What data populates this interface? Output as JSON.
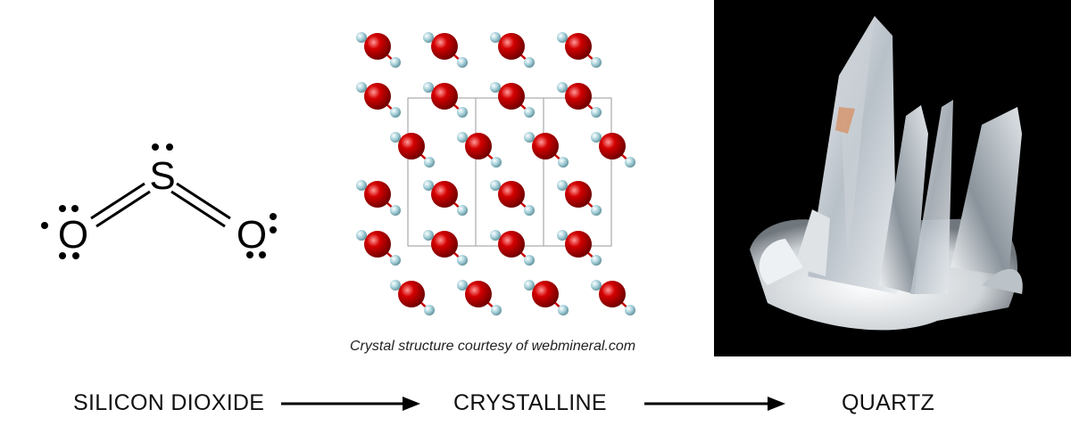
{
  "lewis": {
    "center_atom": "S",
    "left_atom": "O",
    "right_atom": "O"
  },
  "crystal": {
    "caption": "Crystal structure courtesy of webmineral.com",
    "colors": {
      "oxygen": "#d40000",
      "silicon": "#a9d3dc",
      "bond": "#c80000",
      "cell": "#9a9a9a"
    }
  },
  "labels": {
    "left": "SILICON DIOXIDE",
    "middle": "CRYSTALLINE",
    "right": "QUARTZ"
  },
  "colors": {
    "text": "#111111",
    "photo_bg": "#000000"
  }
}
